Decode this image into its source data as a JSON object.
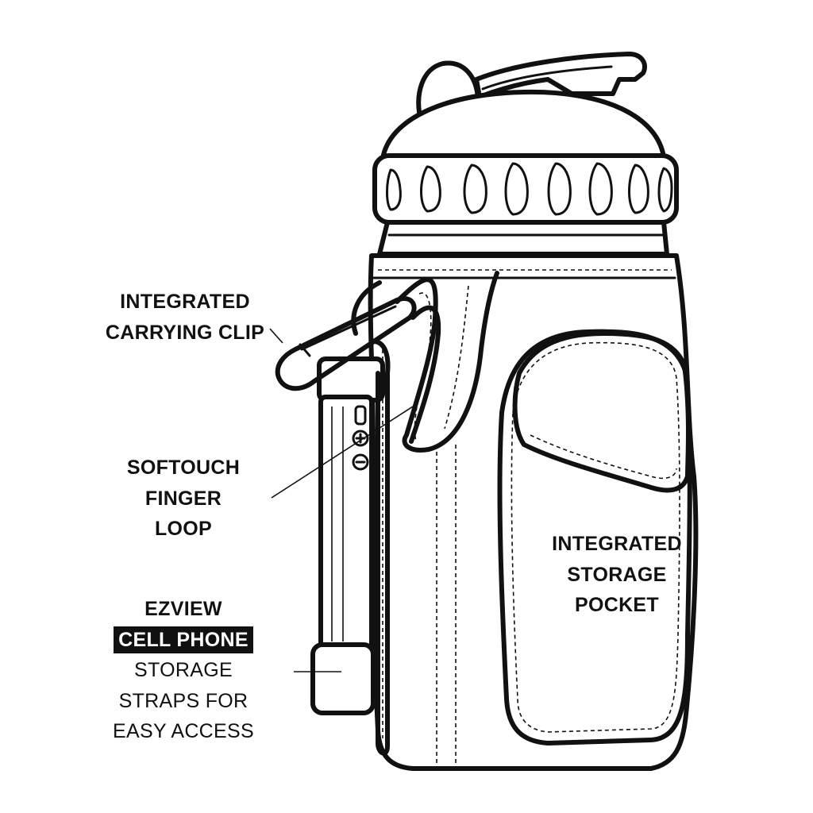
{
  "labels": {
    "carrying_clip": [
      "INTEGRATED",
      "CARRYING CLIP"
    ],
    "finger_loop": [
      "SOFTOUCH",
      "FINGER",
      "LOOP"
    ],
    "storage_pocket": [
      "INTEGRATED",
      "STORAGE",
      "POCKET"
    ],
    "phone_straps": {
      "title": "EZVIEW",
      "highlight": "CELL PHONE",
      "rest": [
        "STORAGE",
        "STRAPS FOR",
        "EASY ACCESS"
      ]
    }
  },
  "colors": {
    "ink": "#111111",
    "background": "#ffffff",
    "highlight_text": "#ffffff"
  }
}
